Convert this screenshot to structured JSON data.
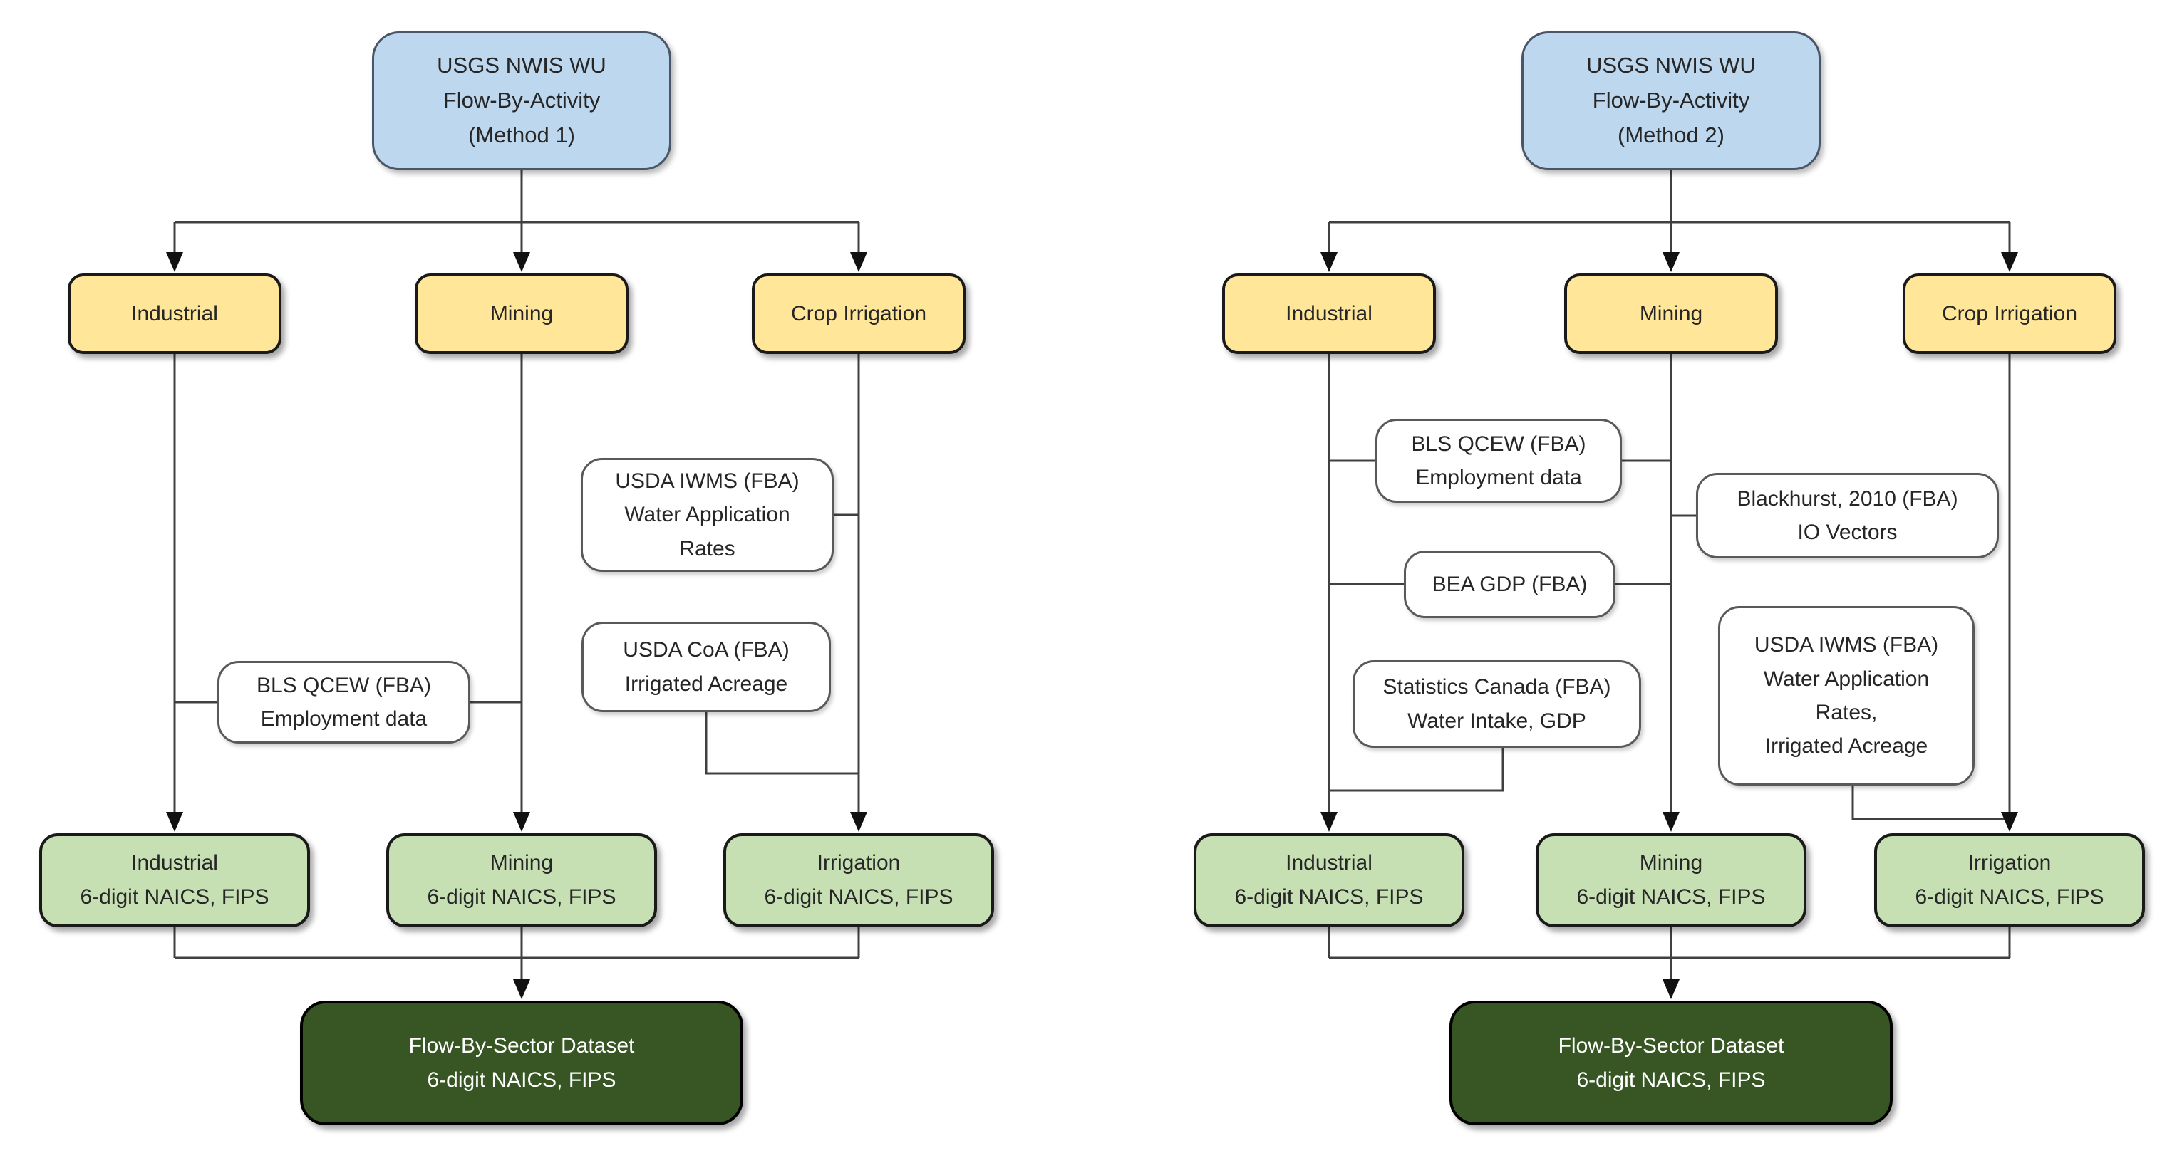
{
  "colors": {
    "page_bg": "#ffffff",
    "line": "#404040",
    "arrow": "#111111",
    "text": "#262626",
    "source_fill": "#bdd7ee",
    "source_border": "#4a5568",
    "activity_fill": "#ffe699",
    "activity_border": "#1a1a1a",
    "input_fill": "#ffffff",
    "input_border": "#595959",
    "output_fill": "#c6e0b4",
    "output_border": "#1a1a1a",
    "sink_fill": "#375623",
    "sink_border": "#000000",
    "sink_text": "#ffffff"
  },
  "method1": {
    "source": "USGS NWIS WU\nFlow-By-Activity\n(Method 1)",
    "activities": {
      "industrial": "Industrial",
      "mining": "Mining",
      "crop_irrigation": "Crop Irrigation"
    },
    "inputs": {
      "usda_iwms": "USDA IWMS (FBA)\nWater Application\nRates",
      "usda_coa": "USDA CoA (FBA)\nIrrigated Acreage",
      "bls_qcew": "BLS QCEW (FBA)\nEmployment data"
    },
    "outputs": {
      "industrial": "Industrial\n6-digit NAICS, FIPS",
      "mining": "Mining\n6-digit NAICS, FIPS",
      "irrigation": "Irrigation\n6-digit NAICS, FIPS"
    },
    "sink": "Flow-By-Sector Dataset\n6-digit NAICS, FIPS"
  },
  "method2": {
    "source": "USGS NWIS WU\nFlow-By-Activity\n(Method 2)",
    "activities": {
      "industrial": "Industrial",
      "mining": "Mining",
      "crop_irrigation": "Crop Irrigation"
    },
    "inputs": {
      "bls_qcew": "BLS QCEW (FBA)\nEmployment data",
      "blackhurst": "Blackhurst, 2010 (FBA)\nIO Vectors",
      "bea_gdp": "BEA GDP (FBA)",
      "stats_canada": "Statistics Canada (FBA)\nWater Intake, GDP",
      "usda_iwms": "USDA IWMS (FBA)\nWater Application\nRates,\nIrrigated Acreage"
    },
    "outputs": {
      "industrial": "Industrial\n6-digit NAICS, FIPS",
      "mining": "Mining\n6-digit NAICS, FIPS",
      "irrigation": "Irrigation\n6-digit NAICS, FIPS"
    },
    "sink": "Flow-By-Sector Dataset\n6-digit NAICS, FIPS"
  }
}
